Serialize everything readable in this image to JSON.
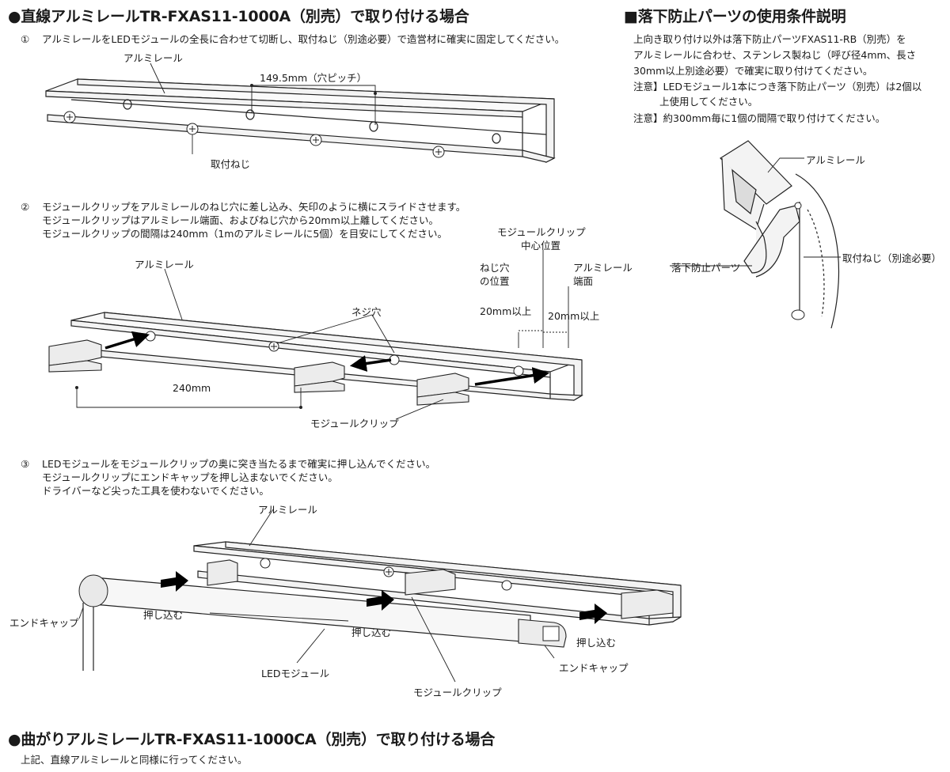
{
  "section1": {
    "title": "●直線アルミレールTR-FXAS11-1000A（別売）で取り付ける場合",
    "step1": {
      "num": "①",
      "text": "アルミレールをLEDモジュールの全長に合わせて切断し、取付ねじ（別途必要）で造営材に確実に固定してください。",
      "label_rail": "アルミレール",
      "label_pitch": "149.5mm（穴ピッチ）",
      "label_screw": "取付ねじ"
    },
    "step2": {
      "num": "②",
      "lines": [
        "モジュールクリップをアルミレールのねじ穴に差し込み、矢印のように横にスライドさせます。",
        "モジュールクリップはアルミレール端面、およびねじ穴から20mm以上離してください。",
        "モジュールクリップの間隔は240mm（1mのアルミレールに5個）を目安にしてください。"
      ],
      "label_rail": "アルミレール",
      "label_hole": "ネジ穴",
      "label_240": "240mm",
      "label_clip": "モジュールクリップ",
      "label_clip_center_1": "モジュールクリップ",
      "label_clip_center_2": "中心位置",
      "label_hole_pos_1": "ねじ穴",
      "label_hole_pos_2": "の位置",
      "label_rail_end_1": "アルミレール",
      "label_rail_end_2": "端面",
      "label_20a": "20mm以上",
      "label_20b": "20mm以上"
    },
    "step3": {
      "num": "③",
      "lines": [
        "LEDモジュールをモジュールクリップの奥に突き当たるまで確実に押し込んでください。",
        "モジュールクリップにエンドキャップを押し込まないでください。",
        "ドライバーなど尖った工具を使わないでください。"
      ],
      "label_rail": "アルミレール",
      "label_endcap_left": "エンドキャップ",
      "label_push1": "押し込む",
      "label_push2": "押し込む",
      "label_push3": "押し込む",
      "label_led": "LEDモジュール",
      "label_clip": "モジュールクリップ",
      "label_endcap_right": "エンドキャップ"
    }
  },
  "section2": {
    "title": "■落下防止パーツの使用条件説明",
    "lines": [
      "上向き取り付け以外は落下防止パーツFXAS11-RB（別売）を",
      "アルミレールに合わせ、ステンレス製ねじ（呼び径4mm、長さ",
      "30mm以上別途必要）で確実に取り付けてください。"
    ],
    "note1a": "注意】LEDモジュール1本につき落下防止パーツ（別売）は2個以",
    "note1b": "上使用してください。",
    "note2": "注意】約300mm毎に1個の間隔で取り付けてください。",
    "label_rail": "アルミレール",
    "label_screw": "取付ねじ（別途必要）",
    "label_part": "落下防止パーツ"
  },
  "section3": {
    "title": "●曲がりアルミレールTR-FXAS11-1000CA（別売）で取り付ける場合",
    "text": "上記、直線アルミレールと同様に行ってください。"
  },
  "colors": {
    "ink": "#1a1a1a",
    "arrow": "#000000"
  }
}
